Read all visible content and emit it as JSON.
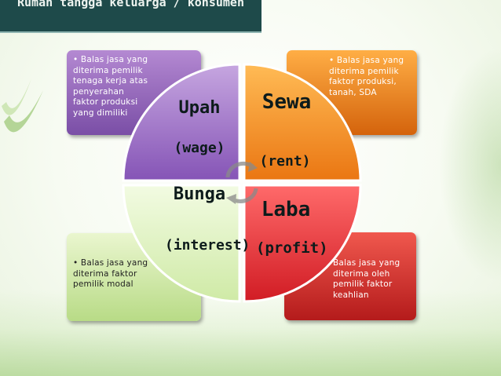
{
  "title": "Rumah tangga keluarga / konsumen",
  "cards": {
    "top_left": "• Balas jasa yang diterima pemilik tenaga kerja atas penyerahan faktor produksi yang dimiliki",
    "top_right": "• Balas jasa yang diterima pemilik faktor produksi, tanah, SDA",
    "bottom_left": "• Balas jasa yang diterima faktor pemilik modal",
    "bottom_right": "Balas jasa yang diterima oleh pemilik faktor keahlian"
  },
  "quadrants": {
    "upah": "Upah",
    "wage": "(wage)",
    "sewa": "Sewa",
    "rent": "(rent)",
    "bunga": "Bunga",
    "interest": "(interest)",
    "laba": "Laba",
    "profit": "(profit)"
  },
  "colors": {
    "title_bar": "#1e4a4a",
    "purple": "#8a5cb8",
    "orange": "#f08a20",
    "light_green": "#d8f0b0",
    "red": "#e0303a"
  },
  "icons": {
    "center": "circular-arrows-icon"
  }
}
